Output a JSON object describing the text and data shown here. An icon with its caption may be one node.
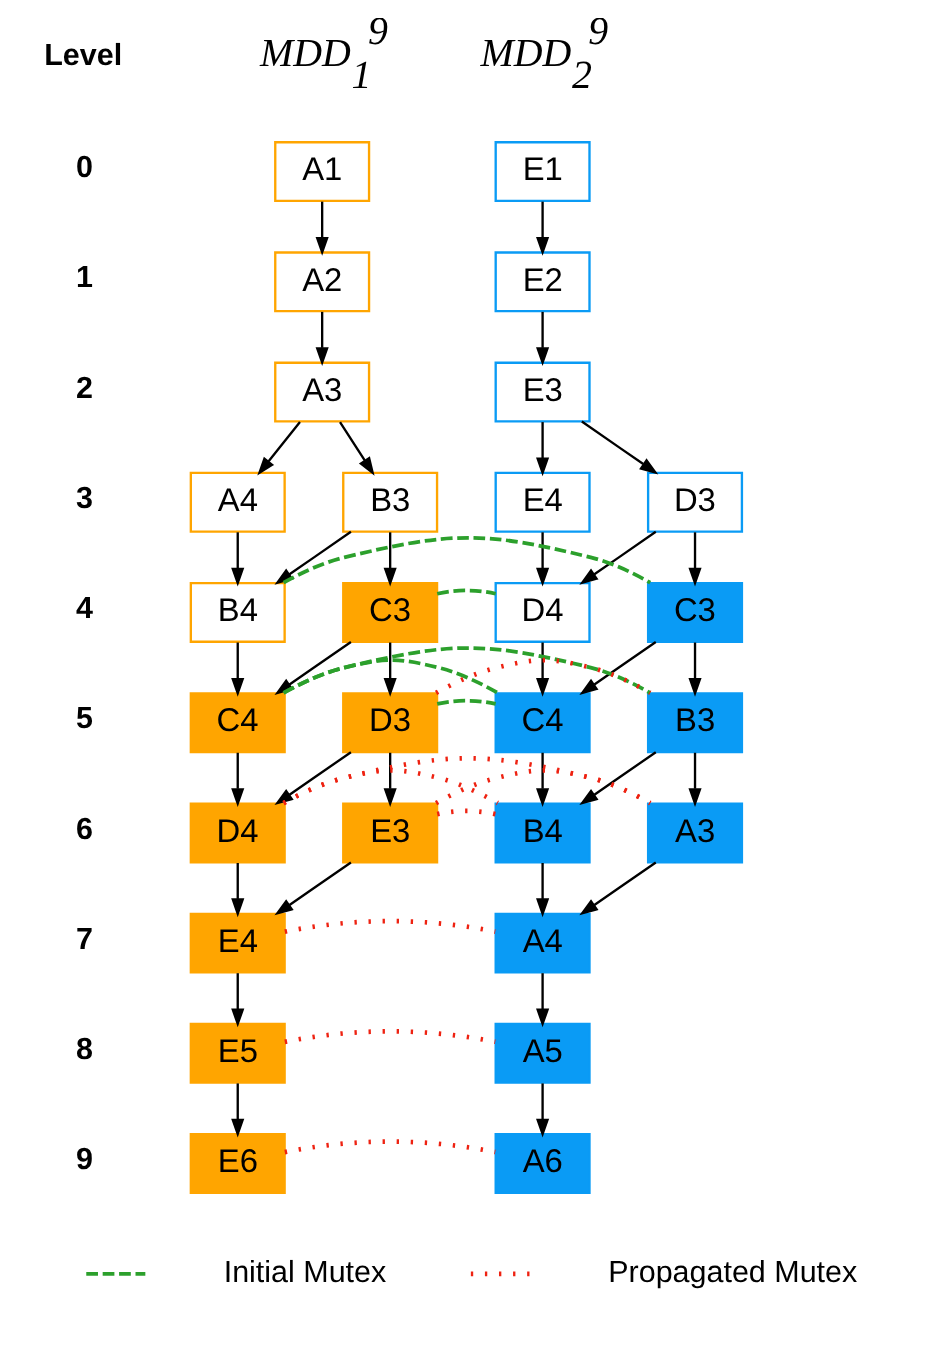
{
  "diagram": {
    "nodes": [
      {
        "text": [
          "A1"
        ]
      },
      {
        "text": [
          "E1"
        ]
      },
      {
        "text": [
          "A2"
        ]
      },
      {
        "text": [
          "E2"
        ]
      },
      {
        "text": [
          "A3"
        ]
      },
      {
        "text": [
          "E3"
        ]
      },
      {
        "text": [
          "A4"
        ]
      },
      {
        "text": [
          "B3"
        ]
      },
      {
        "text": [
          "E4"
        ]
      },
      {
        "text": [
          "D3"
        ]
      },
      {
        "text": [
          "B4"
        ]
      },
      {
        "text": [
          "C3"
        ]
      },
      {
        "text": [
          "D4"
        ]
      },
      {
        "text": [
          "C3"
        ]
      },
      {
        "text": [
          "C4"
        ]
      },
      {
        "text": [
          "D3"
        ]
      },
      {
        "text": [
          "C4"
        ]
      },
      {
        "text": [
          "B3"
        ]
      },
      {
        "text": [
          "D4"
        ]
      },
      {
        "text": [
          "E3"
        ]
      },
      {
        "text": [
          "B4"
        ]
      },
      {
        "text": [
          "A3"
        ]
      },
      {
        "text": [
          "E4"
        ]
      },
      {
        "text": [
          "A4"
        ]
      },
      {
        "text": [
          "E5"
        ]
      },
      {
        "text": [
          "A5"
        ]
      },
      {
        "text": [
          "E6"
        ]
      },
      {
        "text": [
          "A6"
        ]
      }
    ],
    "edges": [
      {
        "from": 0,
        "to": 2,
        "arrow": "to"
      },
      {
        "from": 2,
        "to": 4,
        "arrow": "to"
      },
      {
        "from": 4,
        "to": 6,
        "arrow": "to"
      },
      {
        "from": 4,
        "to": 7,
        "arrow": "to"
      },
      {
        "from": 6,
        "to": 10,
        "arrow": "to"
      },
      {
        "from": 7,
        "to": 10,
        "arrow": "to"
      },
      {
        "from": 7,
        "to": 11,
        "arrow": "to"
      },
      {
        "from": 10,
        "to": 14,
        "arrow": "to"
      },
      {
        "from": 11,
        "to": 14,
        "arrow": "to"
      },
      {
        "from": 11,
        "to": 15,
        "arrow": "to"
      },
      {
        "from": 14,
        "to": 18,
        "arrow": "to"
      },
      {
        "from": 15,
        "to": 18,
        "arrow": "to"
      },
      {
        "from": 15,
        "to": 19,
        "arrow": "to"
      },
      {
        "from": 18,
        "to": 22,
        "arrow": "to"
      },
      {
        "from": 19,
        "to": 22,
        "arrow": "to"
      },
      {
        "from": 22,
        "to": 24,
        "arrow": "to"
      },
      {
        "from": 24,
        "to": 26,
        "arrow": "to"
      },
      {
        "from": 1,
        "to": 3,
        "arrow": "to"
      },
      {
        "from": 3,
        "to": 5,
        "arrow": "to"
      },
      {
        "from": 5,
        "to": 8,
        "arrow": "to"
      },
      {
        "from": 5,
        "to": 9,
        "arrow": "to"
      },
      {
        "from": 8,
        "to": 12,
        "arrow": "to"
      },
      {
        "from": 9,
        "to": 12,
        "arrow": "to"
      },
      {
        "from": 9,
        "to": 13,
        "arrow": "to"
      },
      {
        "from": 12,
        "to": 16,
        "arrow": "to"
      },
      {
        "from": 13,
        "to": 16,
        "arrow": "to"
      },
      {
        "from": 13,
        "to": 17,
        "arrow": "to"
      },
      {
        "from": 16,
        "to": 20,
        "arrow": "to"
      },
      {
        "from": 17,
        "to": 20,
        "arrow": "to"
      },
      {
        "from": 17,
        "to": 21,
        "arrow": "to"
      },
      {
        "from": 20,
        "to": 23,
        "arrow": "to"
      },
      {
        "from": 21,
        "to": 23,
        "arrow": "to"
      },
      {
        "from": 23,
        "to": 25,
        "arrow": "to"
      },
      {
        "from": 25,
        "to": 27,
        "arrow": "to"
      },
      {
        "from": 10,
        "to": 13,
        "arrow": "none",
        "style": "dashed",
        "color": "#2ca02c"
      },
      {
        "from": 11,
        "to": 12,
        "arrow": "none",
        "style": "dashed",
        "color": "#2ca02c"
      },
      {
        "from": 14,
        "to": 17,
        "arrow": "none",
        "style": "dashed",
        "color": "#2ca02c"
      },
      {
        "from": 14,
        "to": 16,
        "arrow": "none",
        "style": "dashed",
        "color": "#2ca02c"
      },
      {
        "from": 15,
        "to": 16,
        "arrow": "none",
        "style": "dashed",
        "color": "#2ca02c"
      },
      {
        "from": 15,
        "to": 17,
        "arrow": "none",
        "style": "dashed",
        "color": "#ee2211"
      },
      {
        "from": 18,
        "to": 20,
        "arrow": "none",
        "style": "dashed",
        "color": "#ee2211"
      },
      {
        "from": 18,
        "to": 21,
        "arrow": "none",
        "style": "dashed",
        "color": "#ee2211"
      },
      {
        "from": 19,
        "to": 21,
        "arrow": "none",
        "style": "dashed",
        "color": "#ee2211"
      },
      {
        "from": 19,
        "to": 20,
        "arrow": "none",
        "style": "dashed",
        "color": "#ee2211"
      },
      {
        "from": 22,
        "to": 23,
        "arrow": "none",
        "style": "dashed",
        "color": "#ee2211"
      },
      {
        "from": 24,
        "to": 25,
        "arrow": "none",
        "style": "dashed",
        "color": "#ee2211"
      },
      {
        "from": 26,
        "to": 27,
        "arrow": "none",
        "style": "dashed",
        "color": "#ee2211"
      }
    ],
    "labels": [
      "Level",
      "MDD$_{1}$$^{9}$",
      "MDD$_{2}$$^{9}$",
      "0",
      "1",
      "2",
      "3",
      "4",
      "5",
      "6",
      "7",
      "8",
      "9"
    ],
    "legend": [
      {
        "text": "Initial Mutex"
      },
      {
        "text": "Propagated Mutex"
      }
    ]
  }
}
